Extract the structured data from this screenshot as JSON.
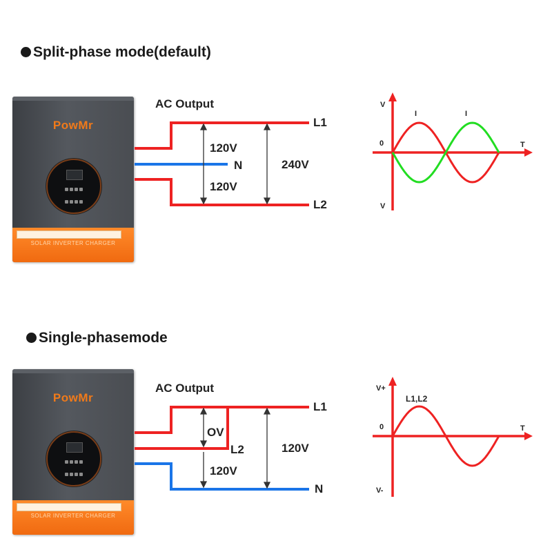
{
  "sections": [
    {
      "title": "Split-phase mode(default)",
      "device": {
        "brand": "PowMr",
        "caption": "SOLAR INVERTER CHARGER"
      },
      "wiring": {
        "header": "AC Output",
        "terminals": [
          "L1",
          "N",
          "L2"
        ],
        "voltages": [
          "120V",
          "120V",
          "240V"
        ]
      },
      "waveform": {
        "axis_labels": {
          "y_top": "V",
          "y_bottom": "V",
          "x_end": "T",
          "origin": "0"
        },
        "peak_labels": [
          "I",
          "I"
        ],
        "series_colors": [
          "#ee2222",
          "#22dd22"
        ]
      }
    },
    {
      "title": "Single-phasemode",
      "device": {
        "brand": "PowMr",
        "caption": "SOLAR INVERTER CHARGER"
      },
      "wiring": {
        "header": "AC Output",
        "terminals": [
          "L1",
          "L2",
          "N"
        ],
        "voltages": [
          "OV",
          "120V",
          "120V"
        ]
      },
      "waveform": {
        "axis_labels": {
          "y_top": "V+",
          "y_bottom": "V-",
          "x_end": "T",
          "origin": "0"
        },
        "peak_labels": [
          "L1,L2"
        ],
        "series_colors": [
          "#ee2222"
        ]
      }
    }
  ],
  "colors": {
    "line_wire": "#ee2222",
    "neutral_wire": "#1a75e8",
    "dimension": "#333333",
    "axis": "#ee2222"
  }
}
